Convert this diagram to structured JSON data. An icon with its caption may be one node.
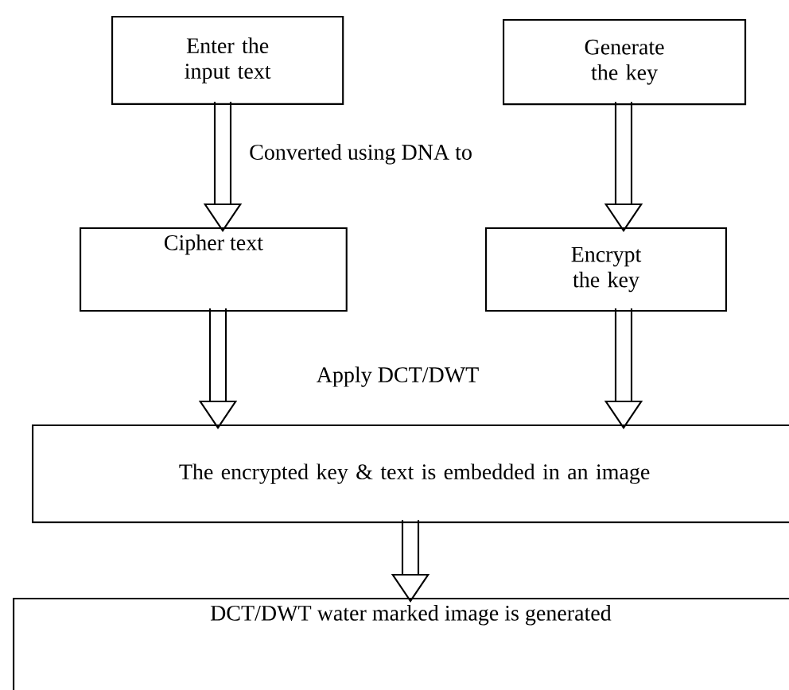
{
  "diagram": {
    "nodes": [
      {
        "text": [
          "Enter the input text"
        ]
      },
      {
        "text": [
          "Generate the key"
        ]
      },
      {
        "text": [
          "Cipher text"
        ]
      },
      {
        "text": [
          "Encrypt the key"
        ]
      },
      {
        "text": [
          "The encrypted key & text is embedded in an image"
        ]
      },
      {
        "text": [
          "DCT/DWT water marked image is generated"
        ]
      }
    ],
    "edges": [
      {
        "from": 0,
        "to": 2,
        "arrow": "to",
        "label": "Converted using DNA to"
      },
      {
        "from": 1,
        "to": 3,
        "arrow": "to"
      },
      {
        "from": 2,
        "to": 4,
        "arrow": "to",
        "label": "Apply DCT/DWT"
      },
      {
        "from": 3,
        "to": 4,
        "arrow": "to"
      },
      {
        "from": 4,
        "to": 5,
        "arrow": "to"
      }
    ]
  }
}
